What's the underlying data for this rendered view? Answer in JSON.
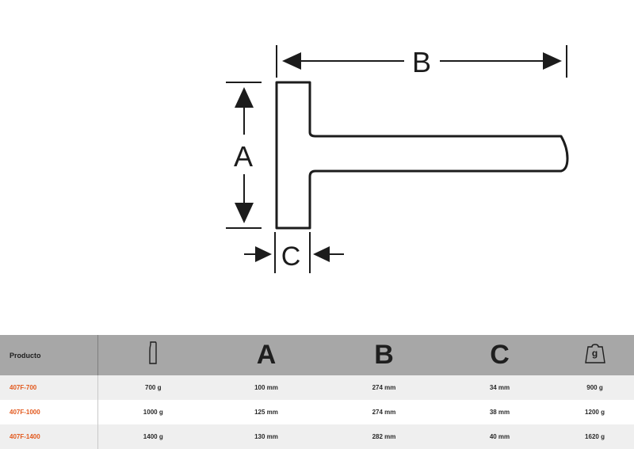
{
  "diagram": {
    "label_a": "A",
    "label_b": "B",
    "label_c": "C"
  },
  "table": {
    "header": {
      "product": "Producto",
      "head_weight_icon": "hammer-head-weight-icon",
      "col_a": "A",
      "col_b": "B",
      "col_c": "C",
      "total_weight_label": "g"
    },
    "rows": [
      {
        "product": "407F-700",
        "head_weight": "700 g",
        "a": "100 mm",
        "b": "274 mm",
        "c": "34 mm",
        "total_weight": "900 g"
      },
      {
        "product": "407F-1000",
        "head_weight": "1000 g",
        "a": "125 mm",
        "b": "274 mm",
        "c": "38 mm",
        "total_weight": "1200 g"
      },
      {
        "product": "407F-1400",
        "head_weight": "1400 g",
        "a": "130 mm",
        "b": "282 mm",
        "c": "40 mm",
        "total_weight": "1620 g"
      }
    ],
    "colors": {
      "header_bg": "#a7a7a7",
      "row_alt_bg": "#efefef",
      "product_text": "#e2581c"
    }
  }
}
